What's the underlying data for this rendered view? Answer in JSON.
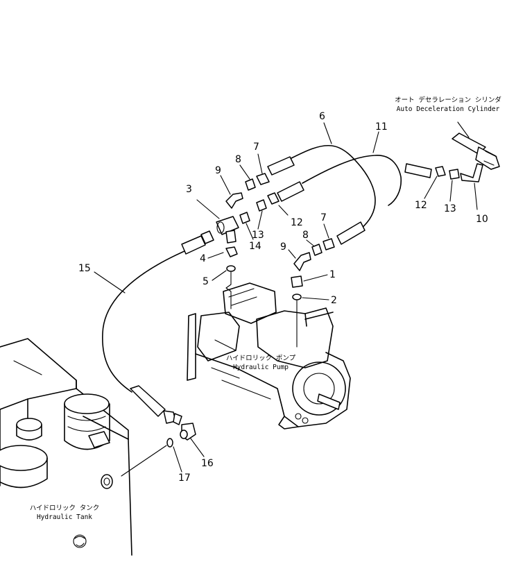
{
  "labels": {
    "cylinder_jp": "オート デセラレーション シリンダ",
    "cylinder_en": "Auto Deceleration Cylinder",
    "pump_jp": "ハイドロリック ポンプ",
    "pump_en": "Hydraulic Pump",
    "tank_jp": "ハイドロリック タンク",
    "tank_en": "Hydraulic Tank"
  },
  "callouts": {
    "c1": "1",
    "c2": "2",
    "c3": "3",
    "c4": "4",
    "c5": "5",
    "c6": "6",
    "c7a": "7",
    "c7b": "7",
    "c8a": "8",
    "c8b": "8",
    "c9a": "9",
    "c9b": "9",
    "c10": "10",
    "c11": "11",
    "c12a": "12",
    "c12b": "12",
    "c13a": "13",
    "c13b": "13",
    "c14": "14",
    "c15": "15",
    "c16": "16",
    "c17": "17"
  }
}
